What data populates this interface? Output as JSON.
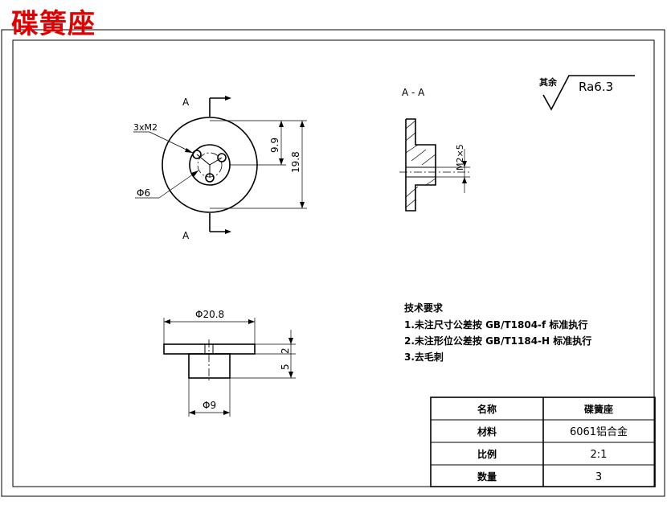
{
  "title": "碟簧座",
  "section_labels": {
    "top": "A",
    "bottom": "A",
    "section_view": "A - A"
  },
  "dims": {
    "holes": "3xM2",
    "pcd": "Φ6",
    "d_small": "9.9",
    "d_large": "19.8",
    "thread": "M2×5",
    "od": "Φ20.8",
    "boss": "Φ9",
    "flange_t": "2",
    "boss_h": "5"
  },
  "roughness": {
    "prefix": "其余",
    "value": "Ra6.3"
  },
  "tech_requirements": {
    "heading": "技术要求",
    "items": [
      "1.未注尺寸公差按 GB/T1804-f 标准执行",
      "2.未注形位公差按 GB/T1184-H 标准执行",
      "3.去毛刺"
    ]
  },
  "title_block": [
    {
      "label": "名称",
      "value": "碟簧座"
    },
    {
      "label": "材料",
      "value": "6061铝合金"
    },
    {
      "label": "比例",
      "value": "2:1"
    },
    {
      "label": "数量",
      "value": "3"
    }
  ]
}
